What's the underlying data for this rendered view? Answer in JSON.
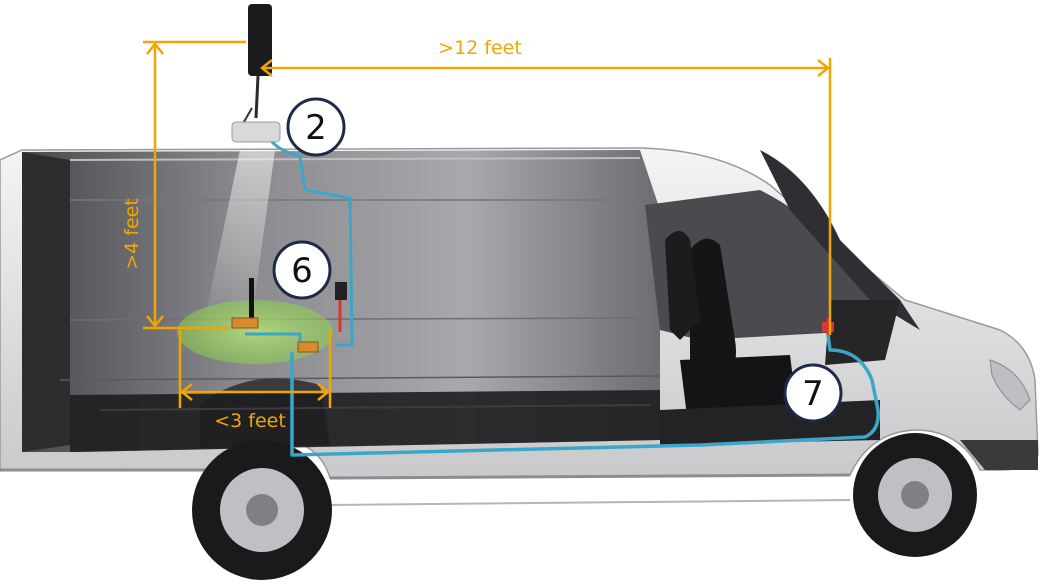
{
  "colors": {
    "dimension": "#f0a500",
    "cable": "#3aa6c8",
    "cable_red": "#d9382c",
    "body_light": "#e9e9ea",
    "body_dark": "#3a3a3d",
    "floor": "#1e1e20",
    "coverage": "#9fd65a",
    "marker_stroke": "#1f2a4a"
  },
  "dimensions": {
    "width_label": ">12 feet",
    "height_label": ">4 feet",
    "spacing_label": "<3 feet"
  },
  "markers": {
    "outdoor_antenna": "2",
    "indoor_antenna": "6",
    "booster": "7"
  }
}
